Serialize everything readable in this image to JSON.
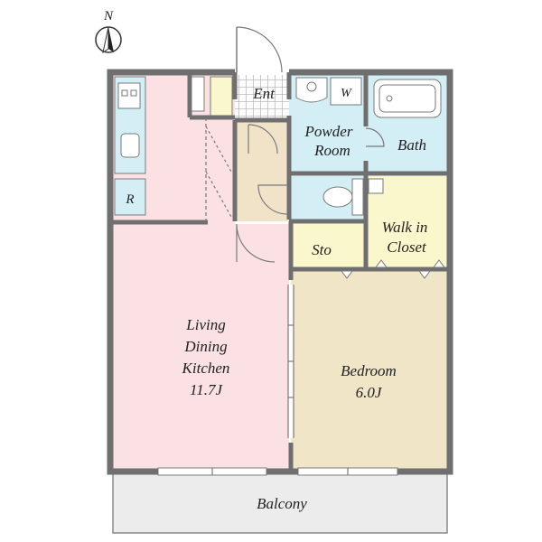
{
  "compass": {
    "letter": "N"
  },
  "rooms": {
    "entrance": "Ent",
    "powder_room_line1": "Powder",
    "powder_room_line2": "Room",
    "washer": "W",
    "bath": "Bath",
    "refrigerator": "R",
    "storage": "Sto",
    "walk_in_closet_line1": "Walk in",
    "walk_in_closet_line2": "Closet",
    "ldk_line1": "Living",
    "ldk_line2": "Dining",
    "ldk_line3": "Kitchen",
    "ldk_size": "11.7J",
    "bedroom_line1": "Bedroom",
    "bedroom_size": "6.0J",
    "balcony": "Balcony"
  },
  "colors": {
    "ldk": "#fbe1e4",
    "bedroom": "#f1e5c8",
    "wet_area": "#d3eef4",
    "storage": "#fbf7cc",
    "hall": "#f0e3c8",
    "balcony": "#ececec",
    "wall": "#6f6f6f"
  }
}
